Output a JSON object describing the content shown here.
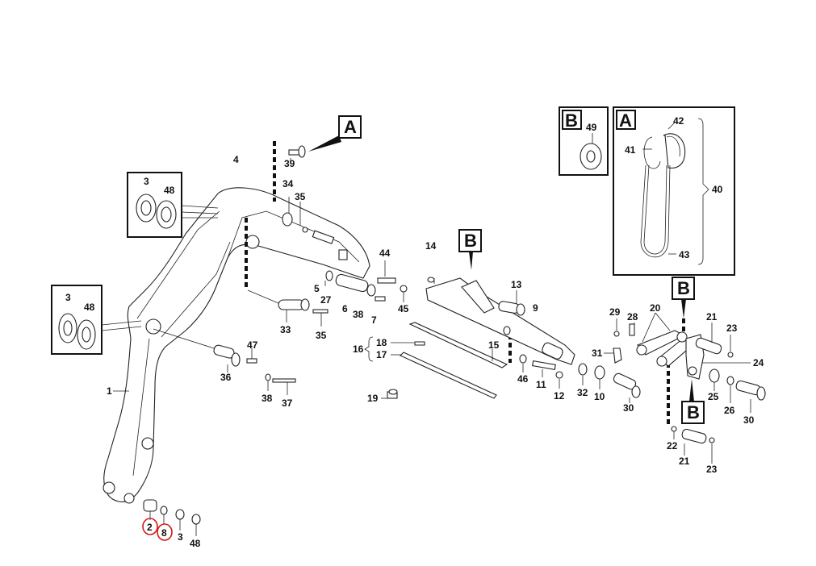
{
  "labels": {
    "l1": "1",
    "l2": "2",
    "l8": "8",
    "l3a": "3",
    "l48a": "48",
    "l4": "4",
    "l39": "39",
    "l34": "34",
    "l35a": "35",
    "l3b": "3",
    "l48b": "48",
    "l3c": "3",
    "l48c": "48",
    "l5": "5",
    "l27": "27",
    "l6": "6",
    "l38a": "38",
    "l7": "7",
    "l44": "44",
    "l45": "45",
    "l33": "33",
    "l35b": "35",
    "l36": "36",
    "l47": "47",
    "l38b": "38",
    "l37": "37",
    "l14": "14",
    "l13": "13",
    "l9": "9",
    "l18": "18",
    "l17": "17",
    "l16": "16",
    "l15": "15",
    "l19": "19",
    "l46": "46",
    "l11": "11",
    "l12": "12",
    "l32": "32",
    "l10": "10",
    "l31": "31",
    "l30a": "30",
    "l29": "29",
    "l28": "28",
    "l20": "20",
    "l21a": "21",
    "l23a": "23",
    "l24": "24",
    "l25": "25",
    "l26": "26",
    "l30b": "30",
    "l22": "22",
    "l21b": "21",
    "l23b": "23",
    "l49": "49",
    "l42": "42",
    "l41": "41",
    "l40": "40",
    "l43": "43"
  },
  "callouts": {
    "a_top": "A",
    "b_mid": "B",
    "b_right_top": "B",
    "b_right_bottom": "B",
    "b_inset": "B",
    "a_inset": "A"
  },
  "highlight_color": "#d41a1a",
  "highlighted_parts": [
    "2",
    "8"
  ]
}
